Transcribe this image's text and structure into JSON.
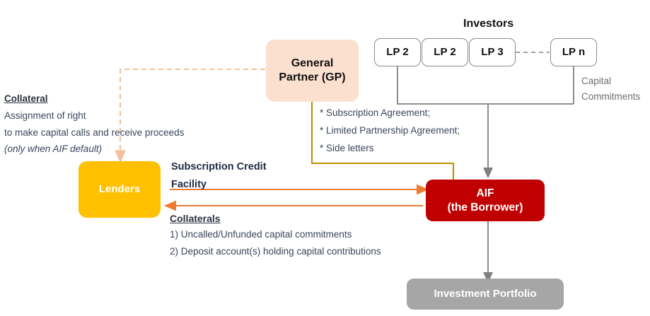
{
  "diagram": {
    "title": "Subscription Credit Facility structure",
    "colors": {
      "gp_fill": "#fbe0d0",
      "lenders_fill": "#ffc000",
      "aif_fill": "#c00000",
      "portfolio_fill": "#a6a6a6",
      "lp_border": "#8c8c8c",
      "gray_connector": "#808080",
      "gold_connector": "#bf9000",
      "orange_arrow": "#ed7d31",
      "dashed_connector": "#f4bf9a"
    }
  },
  "investors": {
    "heading": "Investors",
    "boxes": [
      {
        "label": "LP 2"
      },
      {
        "label": "LP 2"
      },
      {
        "label": "LP 3"
      },
      {
        "label": "LP n"
      }
    ],
    "commitments_label_line1": "Capital",
    "commitments_label_line2": "Commitments"
  },
  "gp": {
    "line1": "General",
    "line2": "Partner (GP)"
  },
  "agreements": [
    "* Subscription Agreement;",
    "* Limited Partnership Agreement;",
    "* Side letters"
  ],
  "collateral_note": {
    "heading": "Collateral",
    "line1": "Assignment of right",
    "line2": "to make capital calls and receive proceeds",
    "line3": "(only when AIF default)"
  },
  "lenders": {
    "label": "Lenders"
  },
  "facility": {
    "line1": "Subscription Credit",
    "line2": "Facility"
  },
  "collaterals": {
    "heading": "Collaterals",
    "items": [
      "1) Uncalled/Unfunded capital commitments",
      "2) Deposit account(s) holding capital contributions"
    ]
  },
  "aif": {
    "line1": "AIF",
    "line2": "(the Borrower)"
  },
  "portfolio": {
    "label": "Investment Portfolio"
  }
}
